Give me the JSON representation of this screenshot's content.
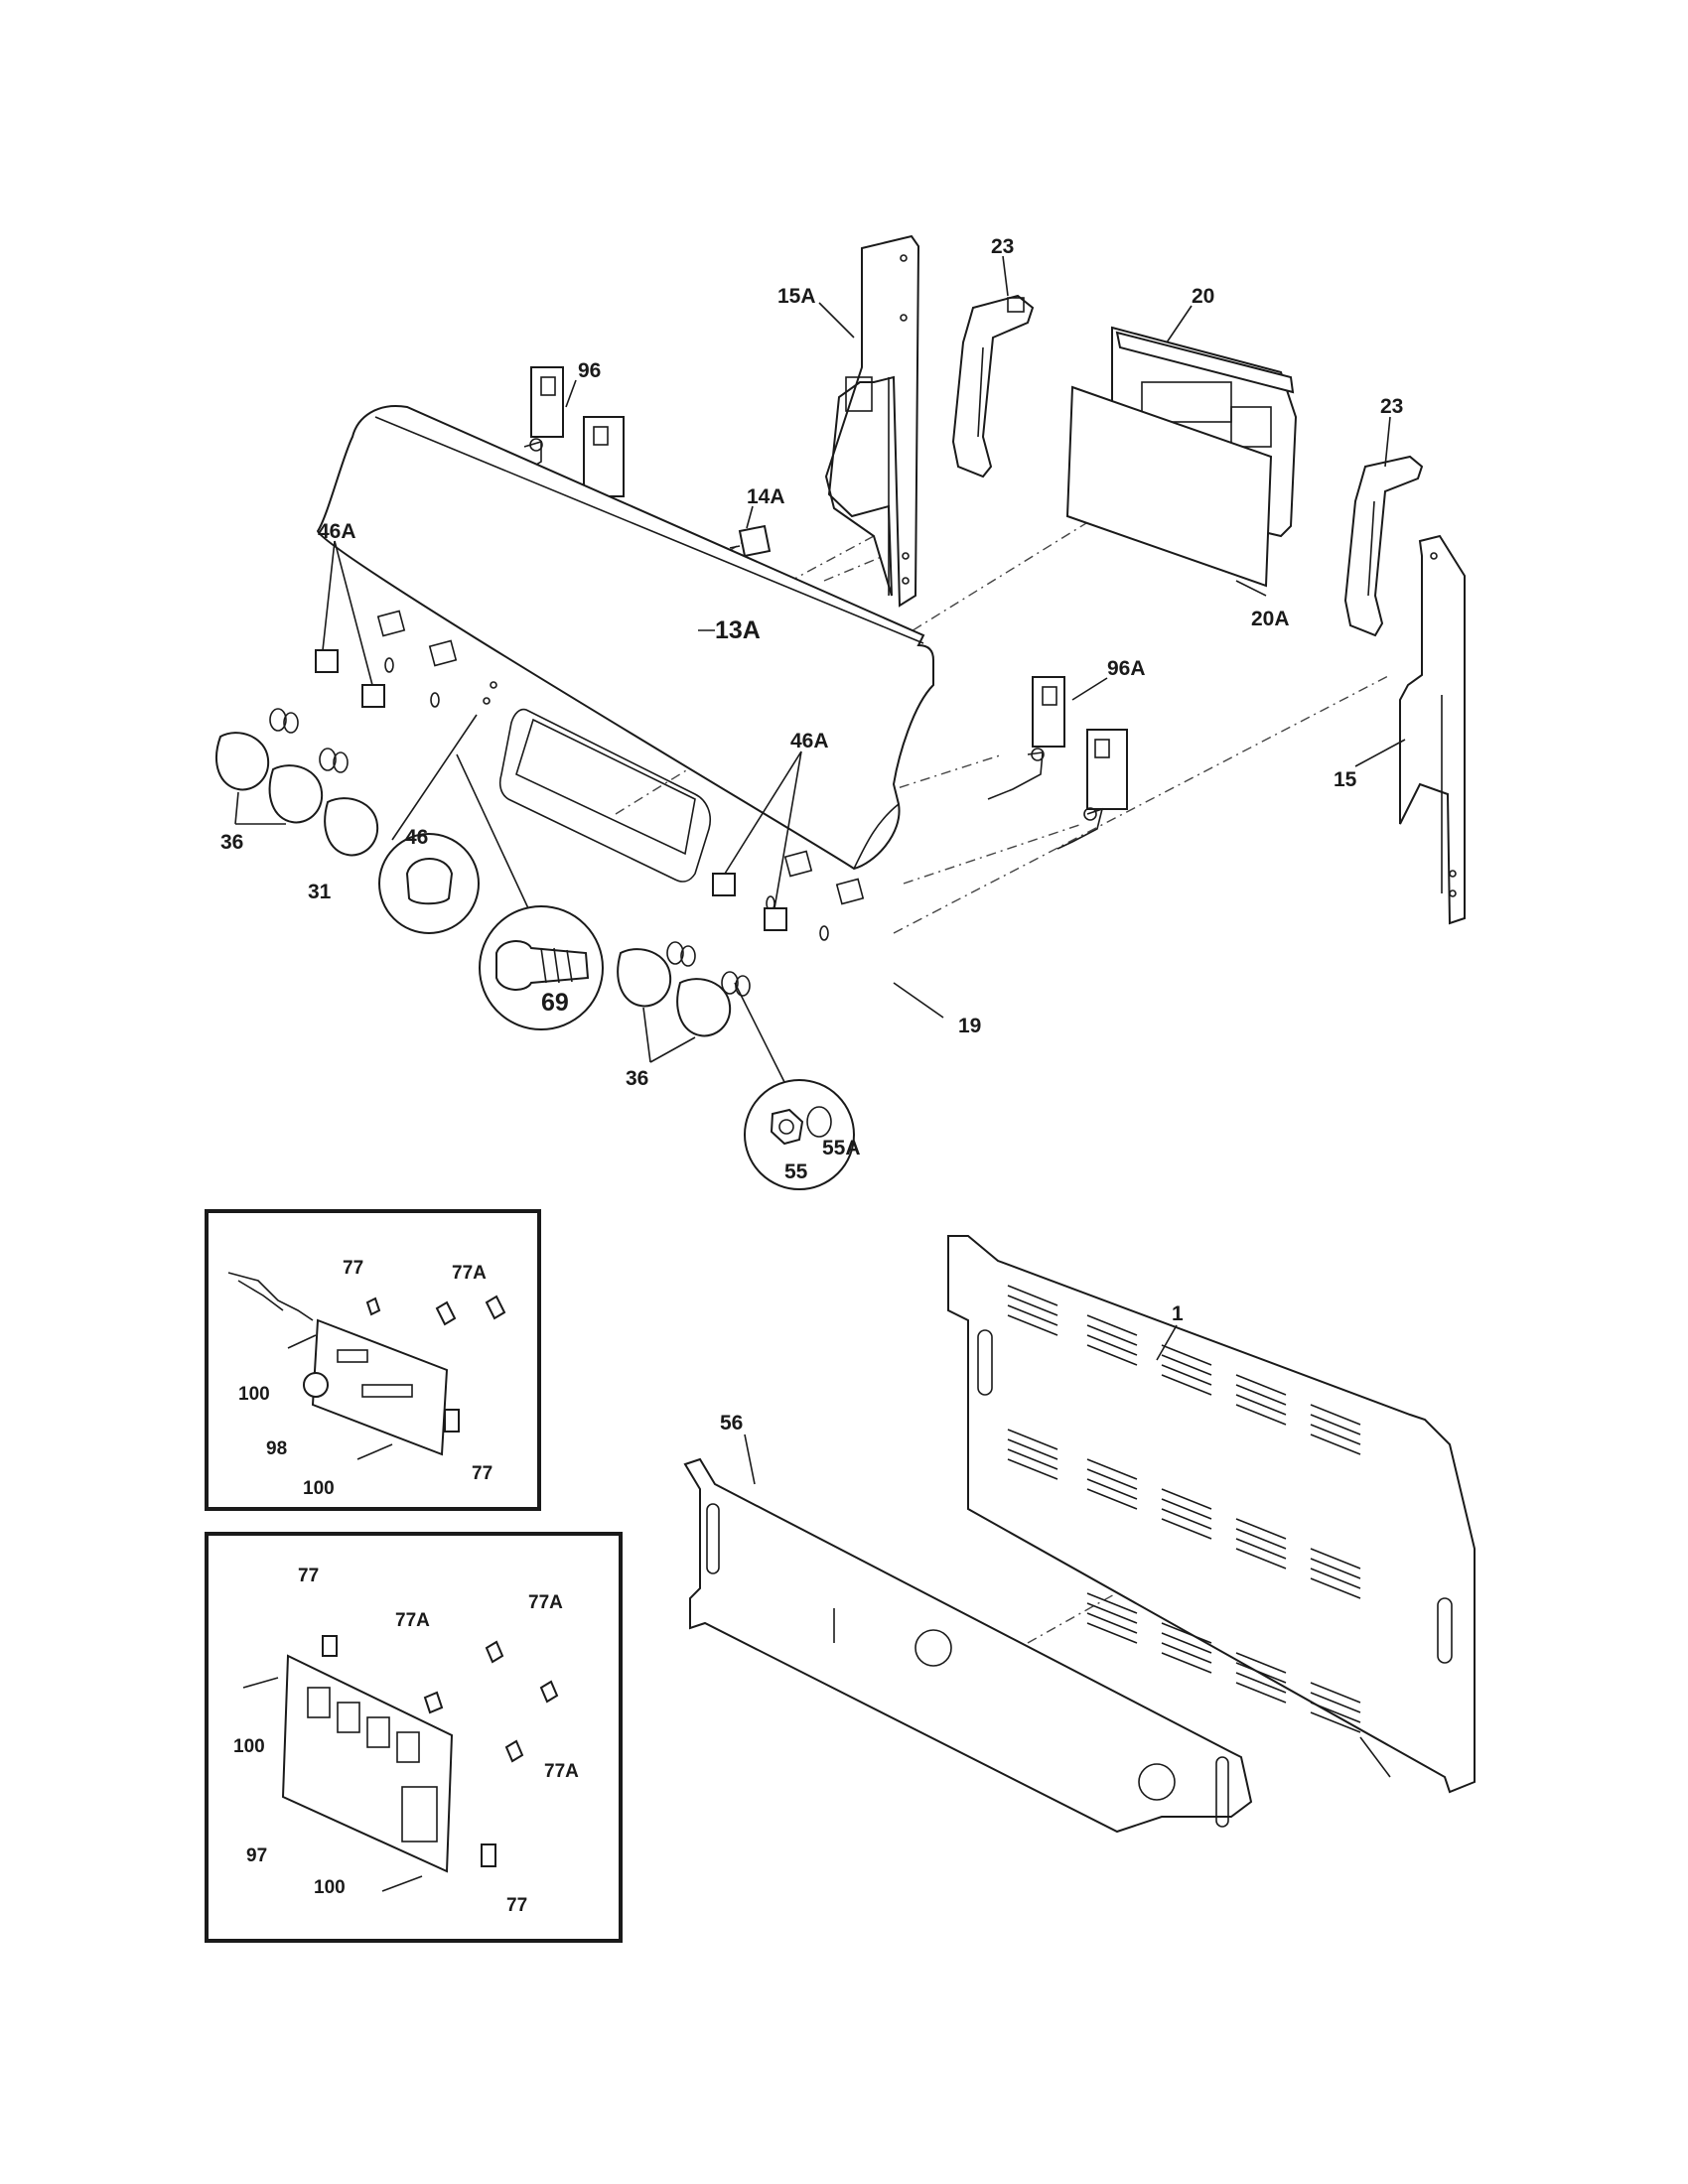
{
  "callouts": {
    "c15A": "15A",
    "c23a": "23",
    "c20": "20",
    "c23b": "23",
    "c96": "96",
    "c14A": "14A",
    "c46A_left": "46A",
    "c13A": "13A",
    "c20A": "20A",
    "c96A": "96A",
    "c46A_right": "46A",
    "c15": "15",
    "c36_left": "36",
    "c46": "46",
    "c31": "31",
    "c69": "69",
    "c19": "19",
    "c36_bottom": "36",
    "c55": "55",
    "c55A": "55A",
    "box1_77_top": "77",
    "box1_77A": "77A",
    "box1_100_left": "100",
    "box1_98": "98",
    "box1_100_bottom": "100",
    "box1_77_bottom": "77",
    "box2_77_top": "77",
    "box2_77A_mid": "77A",
    "box2_77A_right": "77A",
    "box2_100_left": "100",
    "box2_77A_low": "77A",
    "box2_97": "97",
    "box2_100_bottom": "100",
    "box2_77_bottom": "77",
    "c1": "1",
    "c56": "56"
  }
}
